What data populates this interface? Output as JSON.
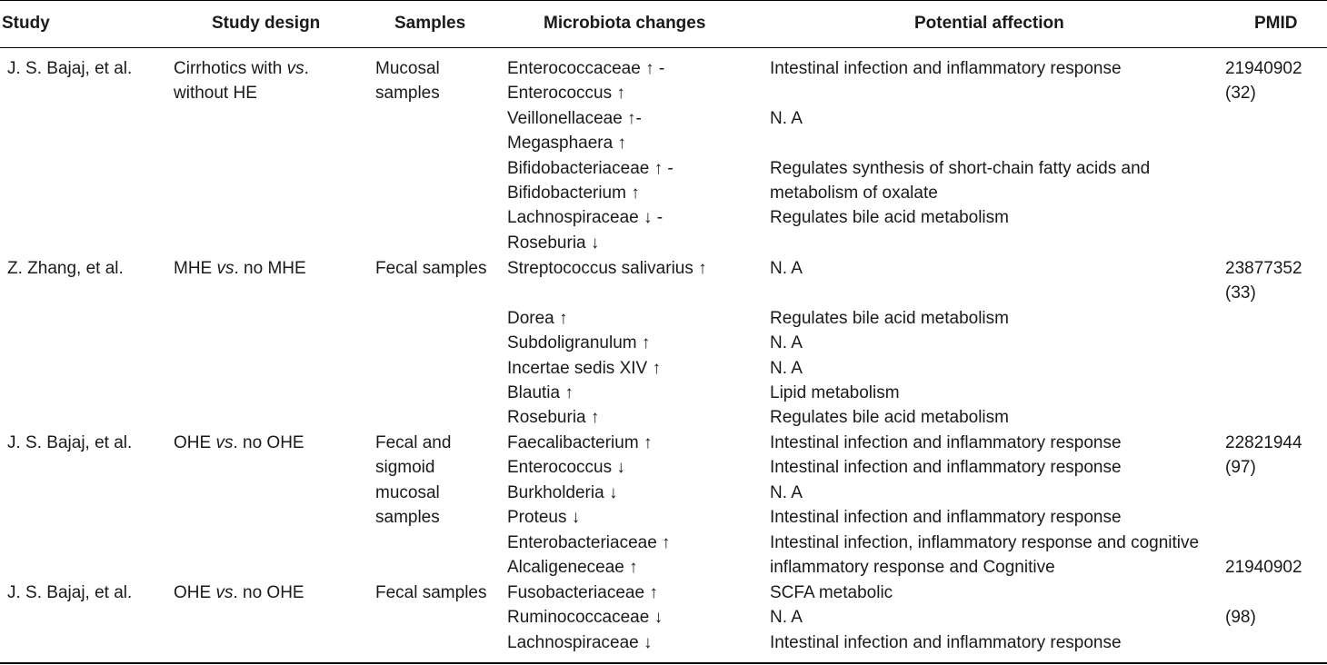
{
  "headers": {
    "study": "Study",
    "design": "Study design",
    "samples": "Samples",
    "microbiota": "Microbiota changes",
    "affection": "Potential affection",
    "pmid": "PMID"
  },
  "rows": [
    {
      "study": "J. S. Bajaj, et al.",
      "design_pre": "Cirrhotics with ",
      "design_it": "vs",
      "design_post": ".",
      "design_line2": "without HE",
      "samples": [
        "Mucosal",
        "samples"
      ],
      "pmid": [
        "21940902",
        "(32)"
      ],
      "microbiota": [
        "Enterococcaceae ↑ -",
        "Enterococcus ↑",
        "Veillonellaceae ↑-",
        "Megasphaera ↑",
        "Bifidobacteriaceae ↑ -",
        "Bifidobacterium ↑",
        "Lachnospiraceae ↓ -",
        "Roseburia ↓"
      ],
      "affection": [
        {
          "line": 0,
          "text": "Intestinal infection and inflammatory response"
        },
        {
          "line": 2,
          "text": "N. A"
        },
        {
          "line": 4,
          "text": "Regulates synthesis of short-chain fatty acids and"
        },
        {
          "line": 5,
          "text": "metabolism of oxalate"
        },
        {
          "line": 6,
          "text": "Regulates bile acid metabolism"
        }
      ]
    },
    {
      "study": "Z. Zhang, et al.",
      "design_pre": "MHE ",
      "design_it": "vs",
      "design_post": ". no MHE",
      "samples": [
        "Fecal samples"
      ],
      "pmid": [
        "23877352",
        "(33)"
      ],
      "microbiota": [
        "Streptococcus salivarius ↑",
        "",
        "Dorea ↑",
        "Subdoligranulum ↑",
        "Incertae sedis XIV ↑",
        "Blautia ↑",
        "Roseburia ↑"
      ],
      "affection": [
        {
          "line": 0,
          "text": "N. A"
        },
        {
          "line": 2,
          "text": "Regulates bile acid metabolism"
        },
        {
          "line": 3,
          "text": "N. A"
        },
        {
          "line": 4,
          "text": "N. A"
        },
        {
          "line": 5,
          "text": "Lipid metabolism"
        },
        {
          "line": 6,
          "text": "Regulates bile acid metabolism"
        }
      ]
    },
    {
      "study": "J. S. Bajaj, et al.",
      "design_pre": "OHE ",
      "design_it": "vs",
      "design_post": ". no OHE",
      "samples": [
        "Fecal and",
        "sigmoid",
        "mucosal",
        "samples"
      ],
      "pmid": [
        "22821944",
        "(97)"
      ],
      "microbiota": [
        "Faecalibacterium ↑",
        "Enterococcus ↓",
        "Burkholderia ↓",
        "Proteus ↓",
        "Enterobacteriaceae ↑",
        "Alcaligeneceae ↑"
      ],
      "affection": [
        {
          "line": 0,
          "text": "Intestinal infection and inflammatory response"
        },
        {
          "line": 1,
          "text": "Intestinal infection and inflammatory response"
        },
        {
          "line": 2,
          "text": "N. A"
        },
        {
          "line": 3,
          "text": "Intestinal infection and inflammatory response"
        },
        {
          "line": 4,
          "text": "Intestinal infection, inflammatory response and cognitive"
        },
        {
          "line": 5,
          "text": "inflammatory response and Cognitive"
        }
      ],
      "pmid_extra": {
        "line": 5,
        "text": "21940902"
      }
    },
    {
      "study": "J. S. Bajaj, et al.",
      "design_pre": "OHE ",
      "design_it": "vs",
      "design_post": ". no OHE",
      "samples": [
        "Fecal samples"
      ],
      "pmid": [
        "(98)"
      ],
      "pmid_offset": 1,
      "microbiota": [
        "Fusobacteriaceae ↑",
        "Ruminococcaceae ↓",
        "Lachnospiraceae ↓"
      ],
      "affection": [
        {
          "line": 0,
          "text": "SCFA metabolic"
        },
        {
          "line": 1,
          "text": "N. A"
        },
        {
          "line": 2,
          "text": "Intestinal infection and inflammatory response"
        }
      ]
    }
  ]
}
